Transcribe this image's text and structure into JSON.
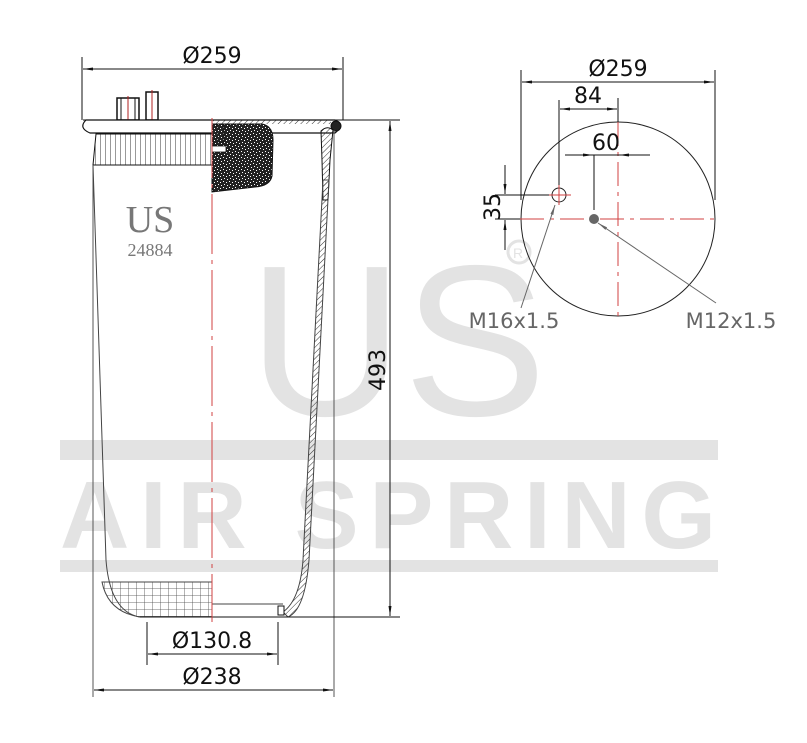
{
  "watermark": {
    "logo": "US",
    "registered": "®",
    "brand": "AIR SPRING",
    "color": "#e3e3e3"
  },
  "side_view": {
    "brand_mark": "US",
    "part_number": "24884",
    "dims": {
      "top_diameter": "Ø259",
      "height": "493",
      "piston_diameter": "Ø130.8",
      "bottom_diameter": "Ø238"
    }
  },
  "top_view": {
    "dims": {
      "plate_diameter": "Ø259",
      "offset_84": "84",
      "offset_60": "60",
      "offset_35": "35"
    },
    "callouts": {
      "stud_left": "M16x1.5",
      "stud_center": "M12x1.5"
    }
  },
  "colors": {
    "line": "#111111",
    "centerline": "#d04040",
    "callout": "#666666"
  }
}
